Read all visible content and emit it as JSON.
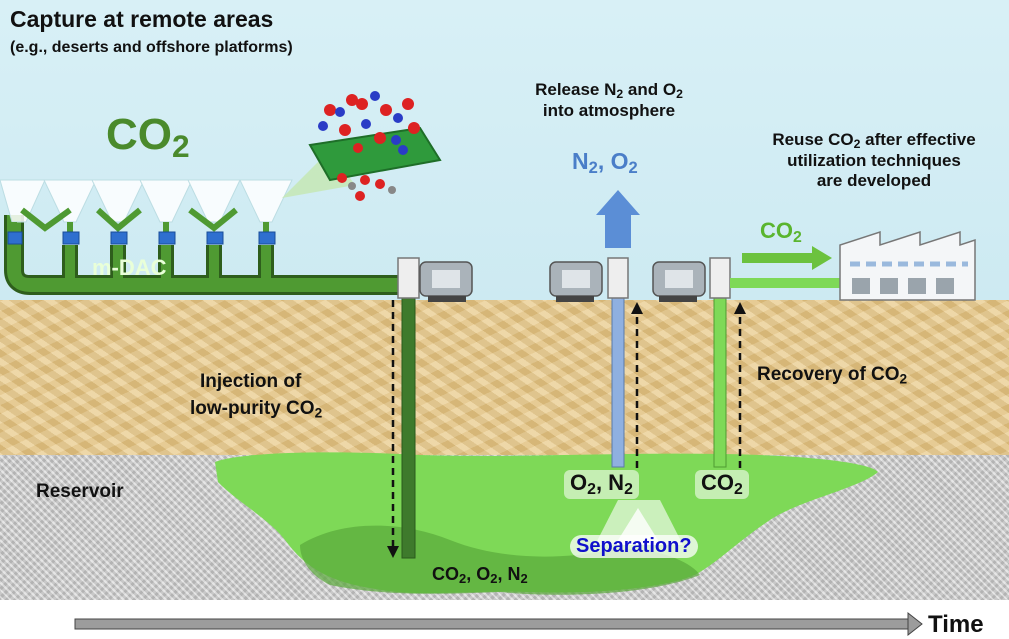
{
  "title": "Capture at remote areas",
  "subtitle": "(e.g., deserts and offshore platforms)",
  "co2_big": {
    "main": "CO",
    "sub": "2"
  },
  "mdac_label": "m-DAC",
  "release": {
    "line1a": "Release N",
    "line1sub": "2",
    "line1b": " and O",
    "line1sub2": "2",
    "line2": "into atmosphere"
  },
  "n2o2_label": {
    "a": "N",
    "asub": "2",
    "b": ", O",
    "bsub": "2"
  },
  "reuse": {
    "line1a": "Reuse CO",
    "line1sub": "2",
    "line1b": " after effective",
    "line2": "utilization techniques",
    "line3": "are developed"
  },
  "co2_arrow_label": {
    "main": "CO",
    "sub": "2"
  },
  "injection": {
    "line1": "Injection of",
    "line2a": "low-purity CO",
    "line2sub": "2"
  },
  "recovery": {
    "a": "Recovery of CO",
    "sub": "2"
  },
  "reservoir_label": "Reservoir",
  "o2n2_label": {
    "a": "O",
    "asub": "2",
    "b": ", N",
    "bsub": "2"
  },
  "co2_well_label": {
    "main": "CO",
    "sub": "2"
  },
  "separation_label": "Separation?",
  "mix_label": {
    "a": "CO",
    "asub": "2",
    "b": ", O",
    "bsub": "2",
    "c": ", N",
    "csub": "2"
  },
  "time_label": "Time",
  "colors": {
    "sky": "#d8f0f6",
    "sand": "#e8c886",
    "gravel": "#c9c9c9",
    "dark_green": "#3e7a2c",
    "light_green": "#7ed957",
    "pipe_blue": "#8fb0e0",
    "arrow_blue": "#4a80d0",
    "separation_text": "#1010cc"
  }
}
